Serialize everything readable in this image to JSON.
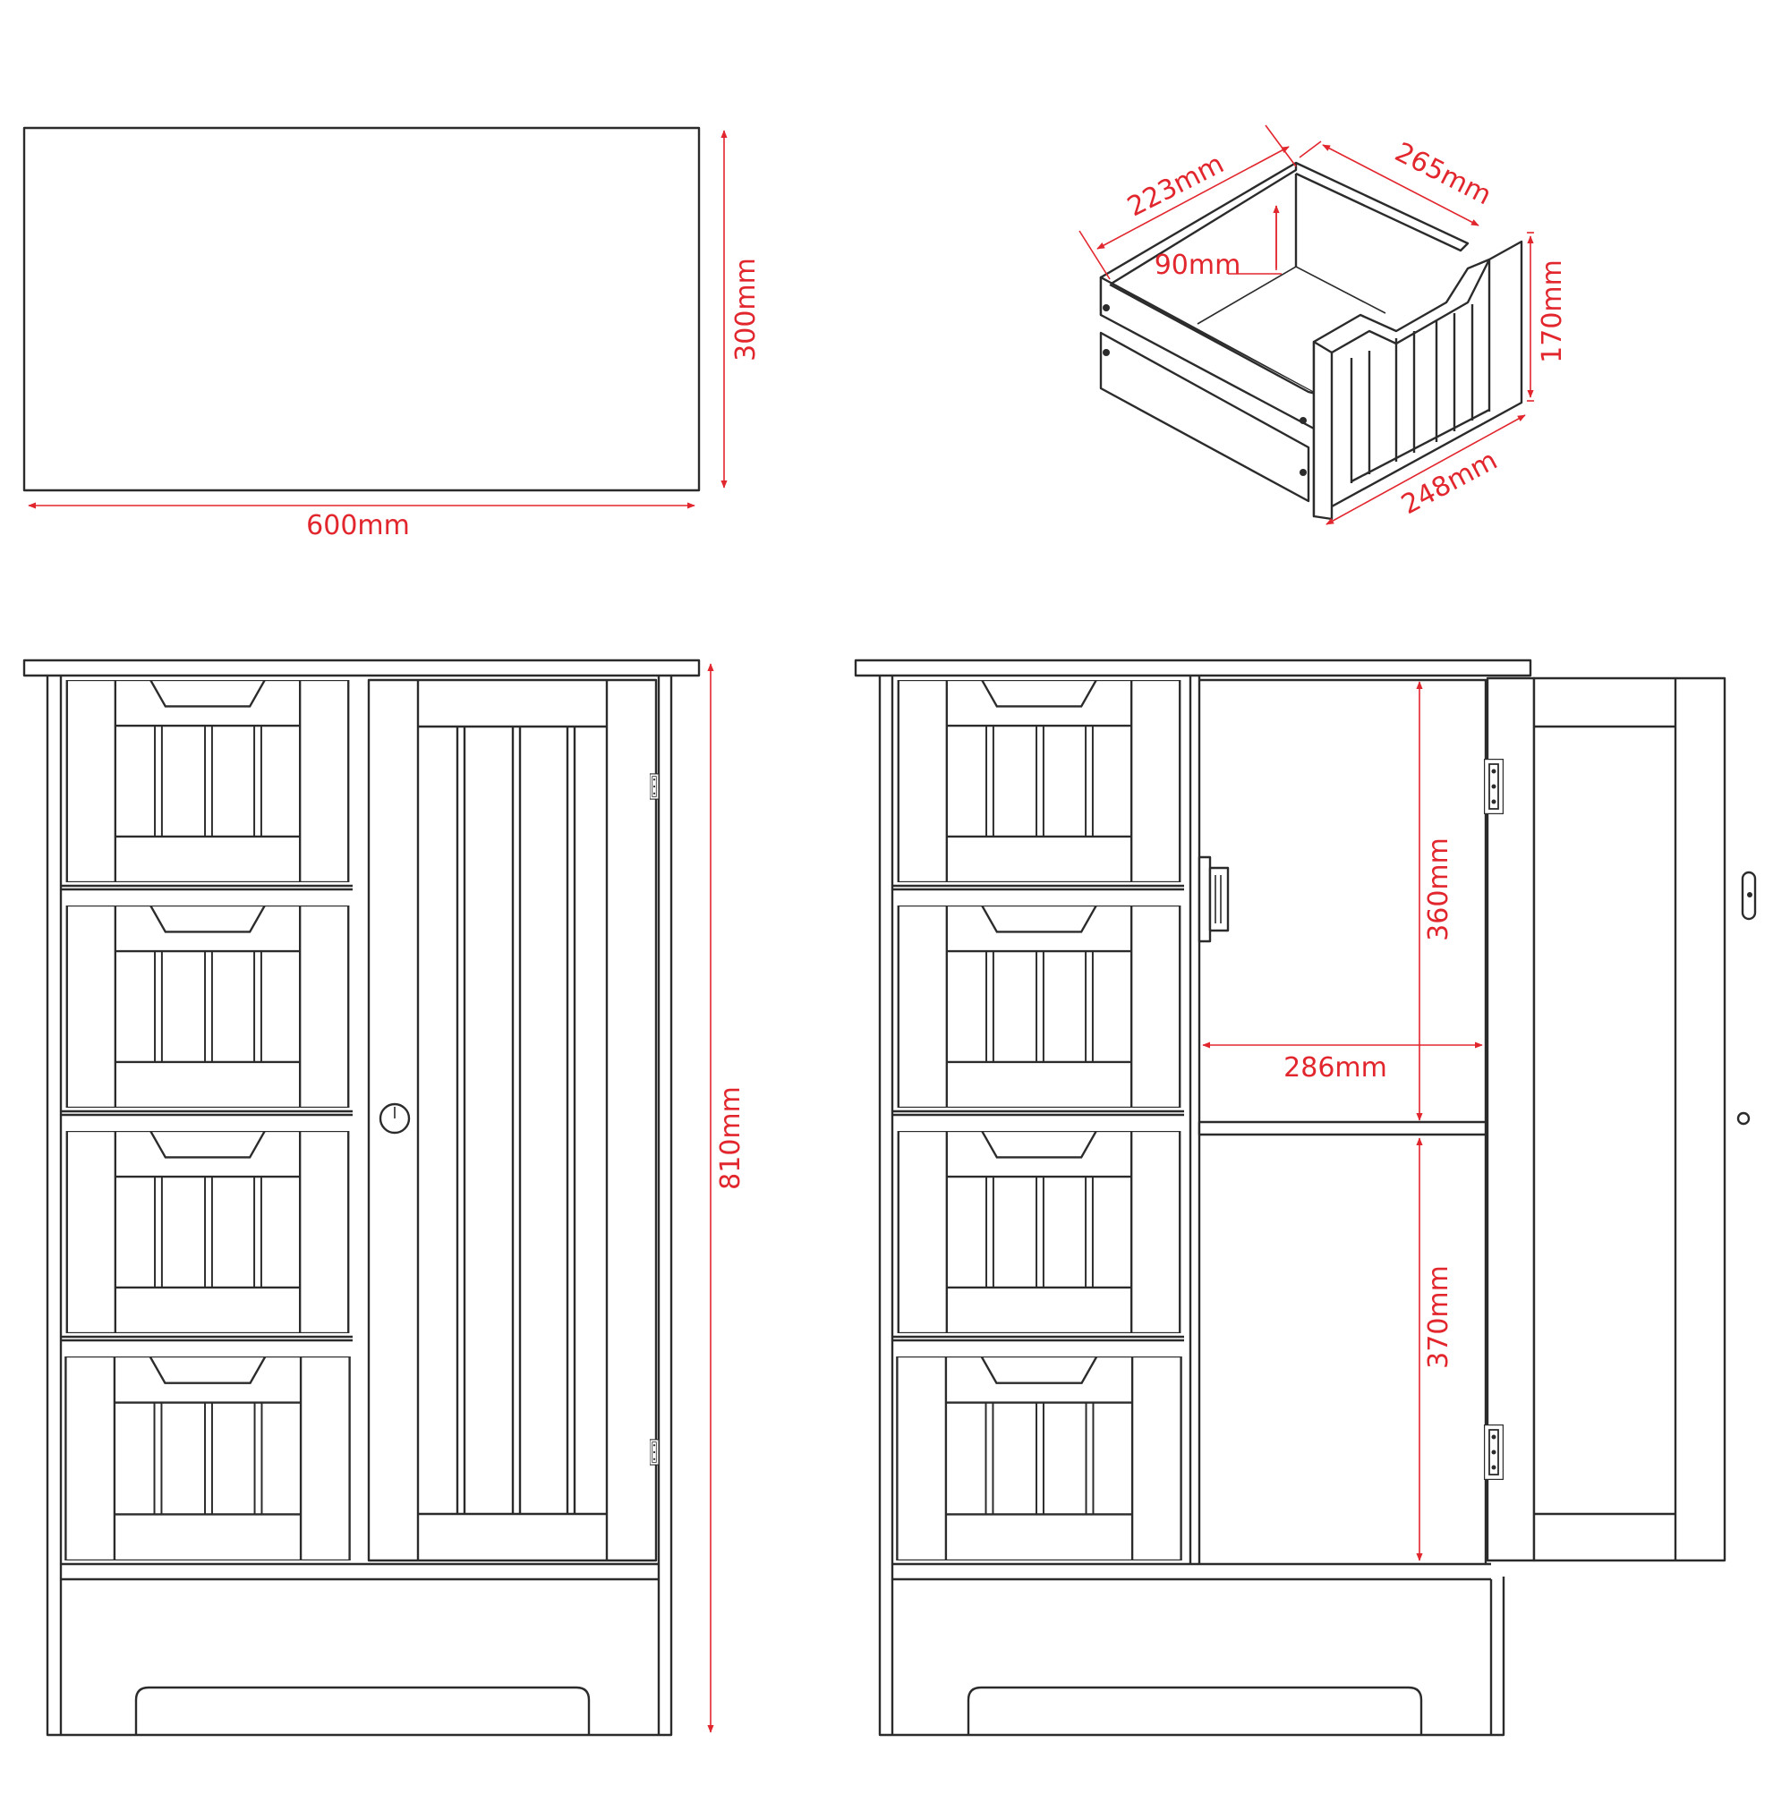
{
  "colors": {
    "line": "#2b2b2b",
    "dimension": "#e2262d",
    "background": "#ffffff"
  },
  "top_view": {
    "width_label": "600mm",
    "depth_label": "300mm"
  },
  "drawer": {
    "inner_depth_label": "223mm",
    "side_depth_label": "265mm",
    "inner_height_label": "90mm",
    "height_label": "170mm",
    "front_width_label": "248mm"
  },
  "front_view": {
    "height_label": "810mm"
  },
  "open_view": {
    "upper_height_label": "360mm",
    "lower_height_label": "370mm",
    "inner_width_label": "286mm"
  }
}
